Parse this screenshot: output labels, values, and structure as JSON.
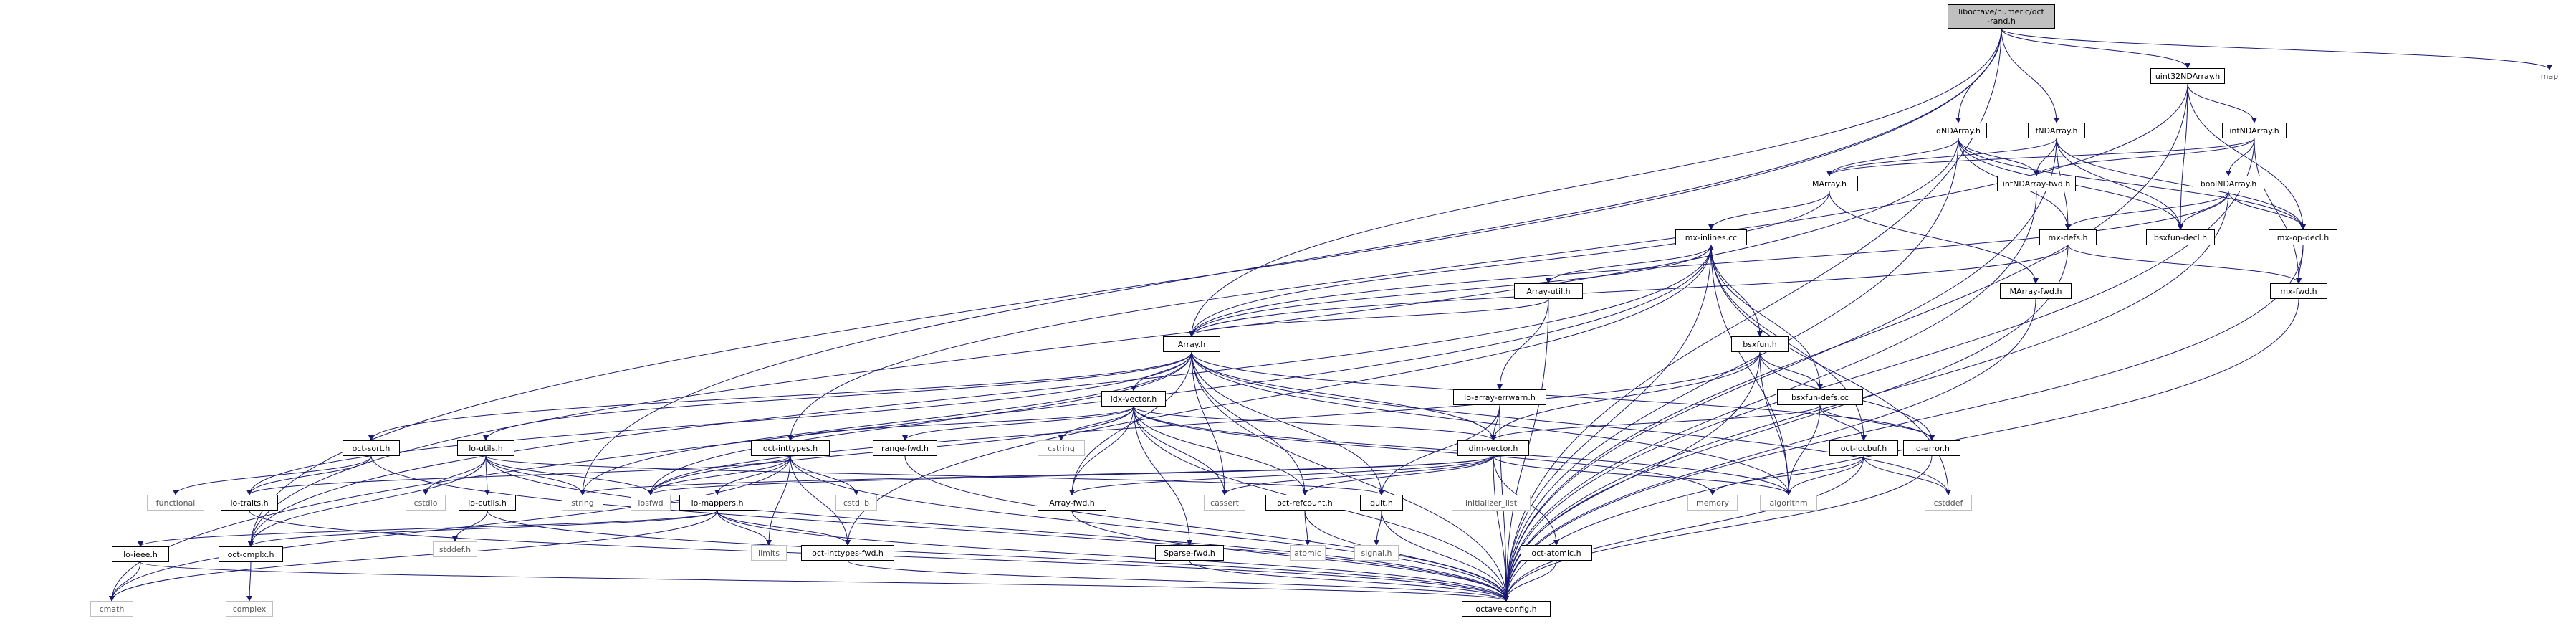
{
  "nodes": {
    "root": "liboctave/numeric/oct\n-rand.h",
    "uint32NDArray": "uint32NDArray.h",
    "dNDArray": "dNDArray.h",
    "fNDArray": "fNDArray.h",
    "intNDArray": "intNDArray.h",
    "boolNDArray": "boolNDArray.h",
    "MArray": "MArray.h",
    "intNDArray_fwd": "intNDArray-fwd.h",
    "mx_inlines": "mx-inlines.cc",
    "mx_defs": "mx-defs.h",
    "bsxfun_decl": "bsxfun-decl.h",
    "mx_op_decl": "mx-op-decl.h",
    "mx_fwd": "mx-fwd.h",
    "MArray_fwd": "MArray-fwd.h",
    "Array_util": "Array-util.h",
    "Array": "Array.h",
    "bsxfun": "bsxfun.h",
    "lo_array_errwarn": "lo-array-errwarn.h",
    "bsxfun_defs": "bsxfun-defs.cc",
    "idx_vector": "idx-vector.h",
    "dim_vector": "dim-vector.h",
    "oct_locbuf": "oct-locbuf.h",
    "lo_error": "lo-error.h",
    "oct_sort": "oct-sort.h",
    "lo_utils": "lo-utils.h",
    "oct_inttypes": "oct-inttypes.h",
    "range_fwd": "range-fwd.h",
    "lo_traits": "lo-traits.h",
    "lo_cutils": "lo-cutils.h",
    "lo_mappers": "lo-mappers.h",
    "Array_fwd": "Array-fwd.h",
    "oct_refcount": "oct-refcount.h",
    "quit": "quit.h",
    "oct_atomic": "oct-atomic.h",
    "Sparse_fwd": "Sparse-fwd.h",
    "lo_ieee": "lo-ieee.h",
    "oct_cmplx": "oct-cmplx.h",
    "oct_inttypes_fwd": "oct-inttypes-fwd.h",
    "octave_config": "octave-config.h"
  },
  "std_nodes": {
    "map": "map",
    "cmath": "cmath",
    "complex": "complex",
    "functional": "functional",
    "cstdio": "cstdio",
    "string": "string",
    "iosfwd": "iosfwd",
    "cstddef_lo": "stddef.h",
    "cstdlib": "cstdlib",
    "limits": "limits",
    "cstring": "cstring",
    "cassert": "cassert",
    "initializer_list": "initializer_list",
    "memory": "memory",
    "algorithm": "algorithm",
    "cstddef": "cstddef",
    "atomic": "atomic",
    "signal": "signal.h"
  },
  "colors": {
    "edge": "#191970",
    "node_border": "#000000",
    "root_fill": "#bfbfbf",
    "std_border": "#bfbfbf"
  }
}
